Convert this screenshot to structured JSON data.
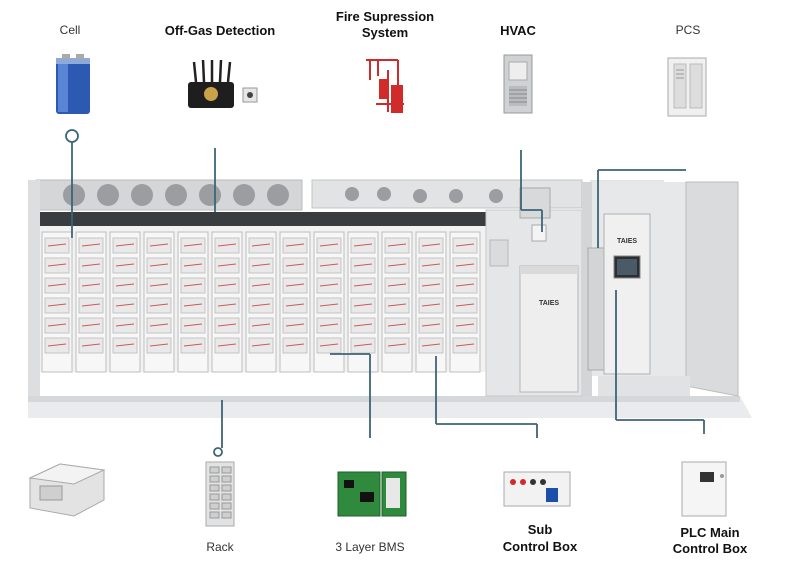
{
  "top_labels": {
    "cell": "Cell",
    "off_gas": "Off-Gas Detection",
    "fire_line1": "Fire Supression",
    "fire_line2": "System",
    "hvac": "HVAC",
    "pcs": "PCS"
  },
  "bottom_labels": {
    "rack": "Rack",
    "bms": "3 Layer BMS",
    "sub_line1": "Sub",
    "sub_line2": "Control Box",
    "plc_line1": "PLC Main",
    "plc_line2": "Control Box"
  },
  "brand_text": "TAIES",
  "colors": {
    "leader_line": "#3d6577",
    "cell_blue": "#2c5ab3",
    "fire_red": "#d02a2a",
    "bms_green": "#2f8a3e",
    "cabinet_gray": "#e7e7e7"
  }
}
